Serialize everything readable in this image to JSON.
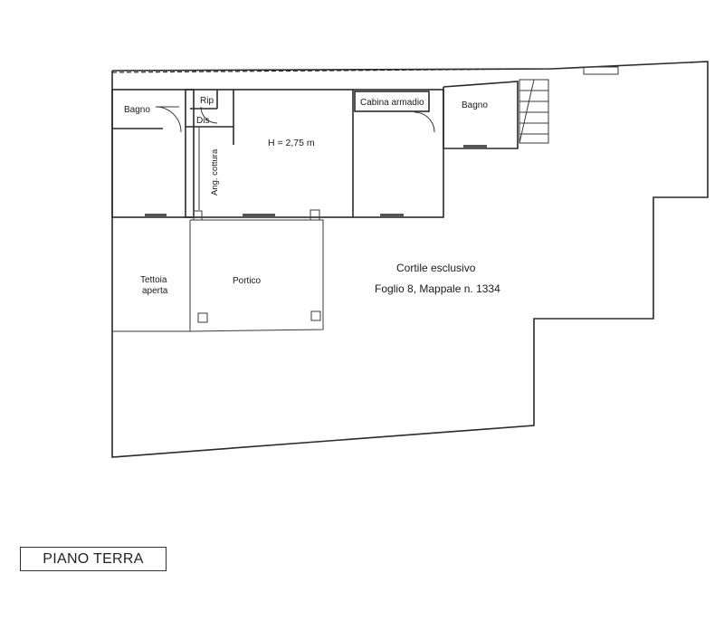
{
  "plan": {
    "rooms": {
      "bagno_left": "Bagno",
      "rip": "Rip",
      "dis": "Dis",
      "ang_cottura": "Ang. cottura",
      "height": "H = 2,75 m",
      "cabina_armadio": "Cabina armadio",
      "bagno_right": "Bagno",
      "tettoia": [
        "Tettoia",
        "aperta"
      ],
      "portico": "Portico"
    },
    "courtyard": {
      "line1": "Cortile esclusivo",
      "line2": "Foglio 8, Mappale n. 1334"
    }
  },
  "floor_label": "PIANO TERRA"
}
